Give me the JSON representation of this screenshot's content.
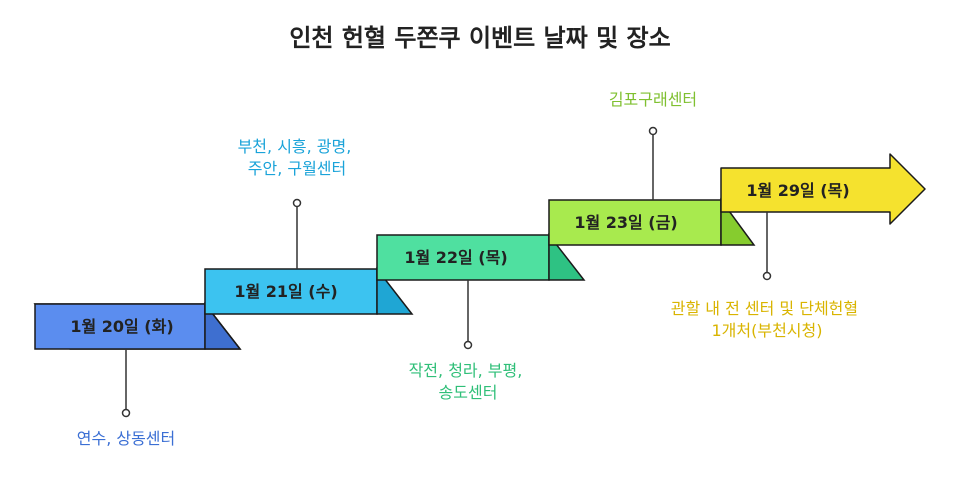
{
  "title": "인천 헌혈 두쫀쿠 이벤트 날짜 및 장소",
  "steps": [
    {
      "label": "1월 20일 (화)",
      "color": "#5b8def",
      "location_lines": [
        "연수, 상동센터"
      ],
      "location_color": "#3b6fd4"
    },
    {
      "label": "1월 21일 (수)",
      "color": "#3cc3f0",
      "location_lines": [
        "부천, 시흥, 광명,",
        "주안, 구월센터"
      ],
      "location_color": "#1aa3d9"
    },
    {
      "label": "1월 22일 (목)",
      "color": "#4fe0a0",
      "location_lines": [
        "작전, 청라, 부평,",
        "송도센터"
      ],
      "location_color": "#2fbf78"
    },
    {
      "label": "1월 23일 (금)",
      "color": "#a8ea4e",
      "location_lines": [
        "김포구래센터"
      ],
      "location_color": "#7fc030"
    },
    {
      "label": "1월 29일 (목)",
      "color": "#f5e22e",
      "location_lines": [
        "관할 내 전 센터 및 단체헌혈",
        "1개처(부천시청)"
      ],
      "location_color": "#d9b400"
    }
  ]
}
